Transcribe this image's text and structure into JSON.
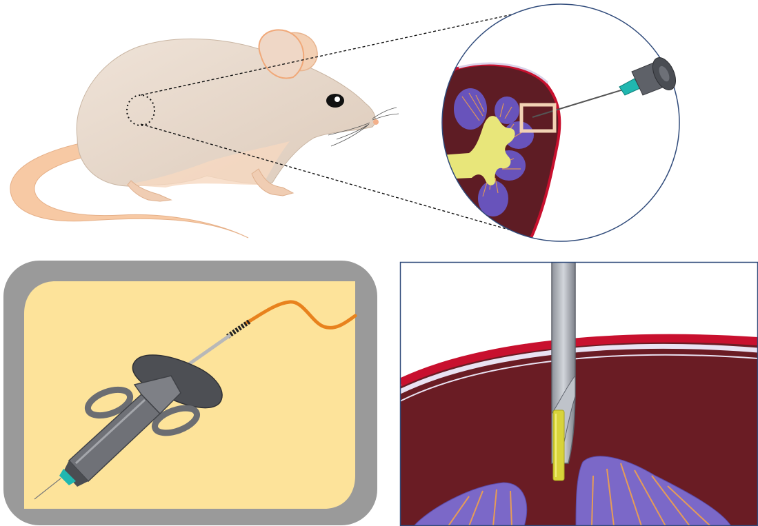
{
  "figure": {
    "panels": [
      "mouse-with-zoom",
      "kidney-injection-inset",
      "syringe-device-panel",
      "needle-in-kidney-closeup"
    ]
  },
  "colors": {
    "mouse_body": "#e7d8cb",
    "mouse_ear": "#f3c9a8",
    "mouse_tail": "#f7c9a4",
    "kidney_outer": "#5e1c24",
    "kidney_rim": "#c8102e",
    "medulla": "#6a5acd",
    "pelvis": "#e8e67a",
    "streaks": "#f2a24a",
    "needle_hub": "#20b7b0",
    "panel_border": "#9a9a9a",
    "panel_fill": "#fde39a",
    "catheter": "#e8821d",
    "closeup_frame": "#2f4a7a",
    "sheath": "#d8d33a"
  },
  "icons": {
    "mouse": "mouse-icon",
    "syringe": "syringe-icon",
    "needle": "needle-icon",
    "kidney": "kidney-icon"
  }
}
